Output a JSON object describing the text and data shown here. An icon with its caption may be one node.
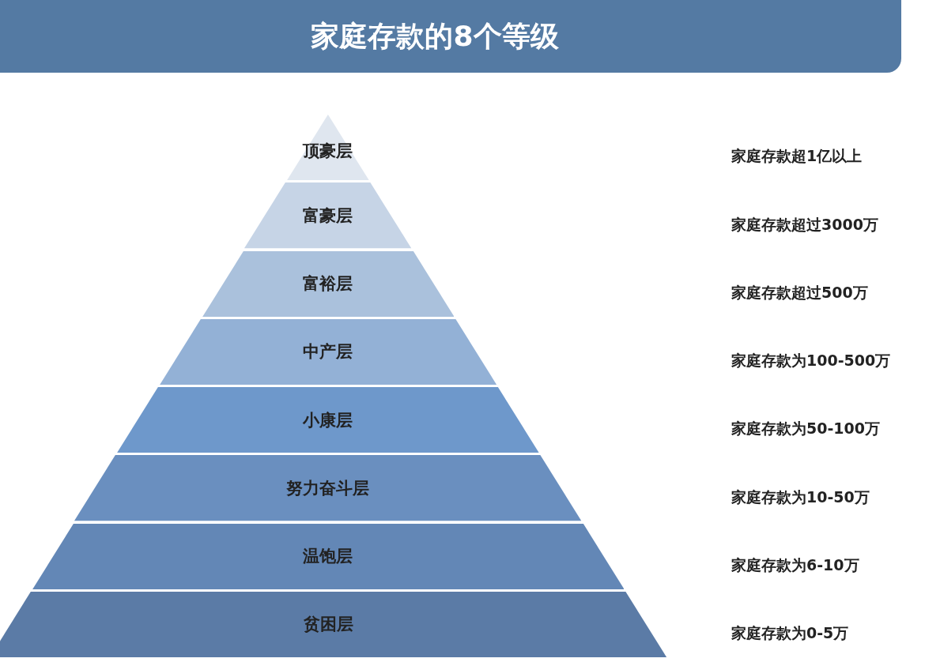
{
  "diagram": {
    "title": "家庭存款的8个等级",
    "nodes": [
      {
        "text": [
          "顶豪层"
        ]
      },
      {
        "text": [
          "富豪层"
        ]
      },
      {
        "text": [
          "富裕层"
        ]
      },
      {
        "text": [
          "中产层"
        ]
      },
      {
        "text": [
          "小康层"
        ]
      },
      {
        "text": [
          "努力奋斗层"
        ]
      },
      {
        "text": [
          "温饱层"
        ]
      },
      {
        "text": [
          "贫困层"
        ]
      }
    ],
    "labels": [
      "家庭存款超1亿以上",
      "家庭存款超过3000万",
      "家庭存款超过500万",
      "家庭存款为100-500万",
      "家庭存款为50-100万",
      "家庭存款为10-50万",
      "家庭存款为6-10万",
      "家庭存款为0-5万"
    ]
  }
}
